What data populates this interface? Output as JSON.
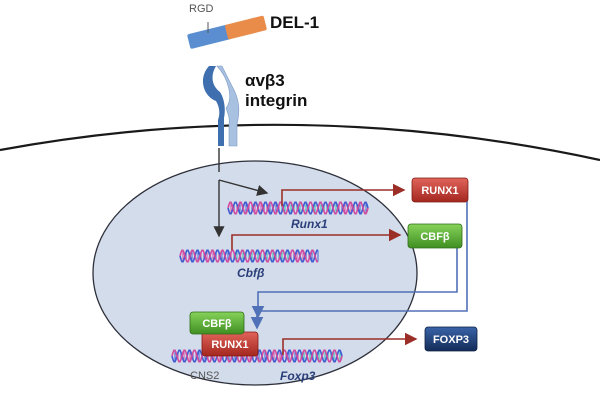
{
  "labels": {
    "rgd": "RGD",
    "del1": "DEL-1",
    "integrin_line1": "αvβ3",
    "integrin_line2": "integrin",
    "runx1_gene": "Runx1",
    "cbfb_gene": "Cbfβ",
    "foxp3_gene": "Foxp3",
    "cns2": "CNS2"
  },
  "proteins": {
    "runx1_top": "RUNX1",
    "cbfb_right": "CBFβ",
    "cbfb_bound": "CBFβ",
    "runx1_bound": "RUNX1",
    "foxp3": "FOXP3"
  },
  "colors": {
    "membrane": "#1a1a1a",
    "nucleus_fill": "#d3dcea",
    "nucleus_stroke": "#2d2f3a",
    "integrin_dark": "#3f6faf",
    "integrin_light": "#a9c1e0",
    "del1_orange": "#ea8c49",
    "del1_blue": "#5a8ed0",
    "runx1_red": "#c0392b",
    "cbfb_green": "#5cb233",
    "foxp3_navy": "#1e3f78",
    "arrow_red": "#9b2f28",
    "arrow_blue": "#5070b8",
    "dna_blue": "#3f5bd0",
    "dna_pink": "#d14aa0",
    "dna_teal": "#2bb8b0"
  }
}
